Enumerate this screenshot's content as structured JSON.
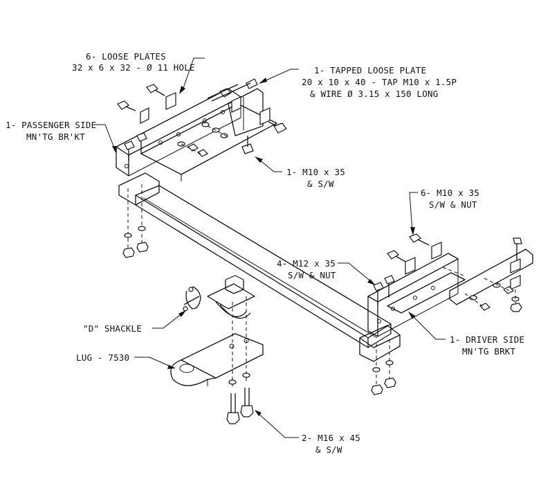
{
  "callouts": {
    "loose_plates": {
      "line1": "6- LOOSE PLATES",
      "line2": "32 x 6 x 32 - Ø 11 HOLE"
    },
    "tapped_plate": {
      "line1": "1- TAPPED LOOSE PLATE",
      "line2": "20 x 10 x 40 - TAP M10 x 1.5P",
      "line3": "& WIRE Ø 3.15 x 150 LONG"
    },
    "passenger_bracket": {
      "line1": "1- PASSENGER SIDE",
      "line2": "MN'TG BR'KT"
    },
    "m10_sw": {
      "line1": "1- M10 x 35",
      "line2": "& S/W"
    },
    "m10_nut": {
      "line1": "6- M10 x 35",
      "line2": "S/W & NUT"
    },
    "m12_nut": {
      "line1": "4- M12 x 35",
      "line2": "S/W & NUT"
    },
    "shackle": {
      "line1": "\"D\" SHACKLE"
    },
    "driver_bracket": {
      "line1": "1- DRIVER SIDE",
      "line2": "MN'TG BRKT"
    },
    "lug": {
      "line1": "LUG - 7530"
    },
    "m16": {
      "line1": "2- M16 x 45",
      "line2": "& S/W"
    }
  }
}
